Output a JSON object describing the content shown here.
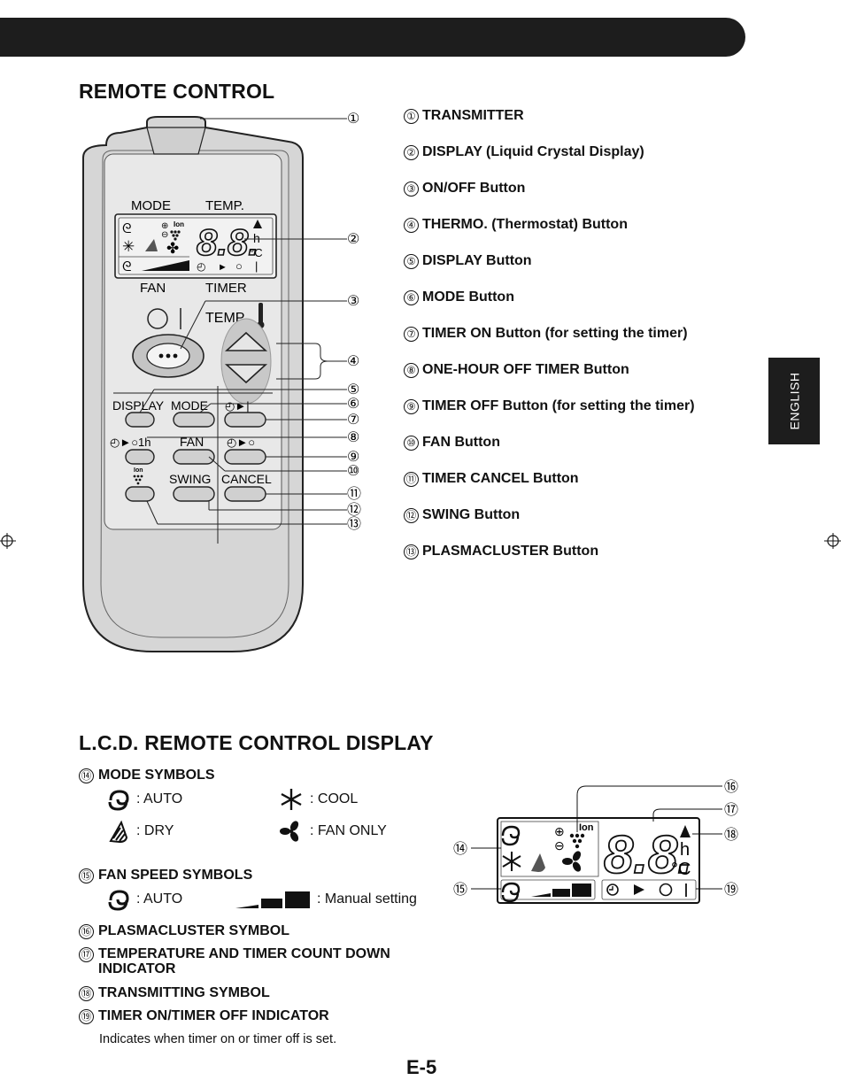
{
  "header": {
    "bar_color": "#1d1d1d"
  },
  "section1": {
    "title": "REMOTE CONTROL"
  },
  "remote": {
    "lcd_labels": {
      "mode": "MODE",
      "temp": "TEMP.",
      "fan": "FAN",
      "timer": "TIMER"
    },
    "lcd_segments": "8.8.",
    "lcd_units": {
      "hour": "h",
      "celsius": "°C",
      "ion": "Ion"
    },
    "power_label": "○ |",
    "temp_label": "TEMP.",
    "button_labels": {
      "display": "DISPLAY",
      "mode": "MODE",
      "timer_on": "◴►|",
      "one_hour": "◴►○1h",
      "fan": "FAN",
      "timer_off": "◴►○",
      "ion": "Ion",
      "swing": "SWING",
      "cancel": "CANCEL"
    }
  },
  "callouts": [
    "①",
    "②",
    "③",
    "④",
    "⑤",
    "⑥",
    "⑦",
    "⑧",
    "⑨",
    "⑩",
    "⑪",
    "⑫",
    "⑬",
    "⑭",
    "⑮",
    "⑯",
    "⑰",
    "⑱",
    "⑲"
  ],
  "legend": [
    {
      "num": "①",
      "text": "TRANSMITTER"
    },
    {
      "num": "②",
      "text": "DISPLAY (Liquid Crystal Display)"
    },
    {
      "num": "③",
      "text": "ON/OFF Button"
    },
    {
      "num": "④",
      "text": "THERMO. (Thermostat) Button"
    },
    {
      "num": "⑤",
      "text": "DISPLAY Button"
    },
    {
      "num": "⑥",
      "text": "MODE Button"
    },
    {
      "num": "⑦",
      "text": "TIMER ON Button (for setting the timer)"
    },
    {
      "num": "⑧",
      "text": "ONE-HOUR OFF TIMER Button"
    },
    {
      "num": "⑨",
      "text": "TIMER OFF Button (for setting the timer)"
    },
    {
      "num": "⑩",
      "text": "FAN Button"
    },
    {
      "num": "⑪",
      "text": "TIMER CANCEL Button"
    },
    {
      "num": "⑫",
      "text": "SWING Button"
    },
    {
      "num": "⑬",
      "text": "PLASMACLUSTER Button"
    }
  ],
  "section2": {
    "title": "L.C.D. REMOTE CONTROL DISPLAY",
    "mode_symbols": {
      "num": "⑭",
      "title": "MODE SYMBOLS",
      "auto": ": AUTO",
      "cool": ": COOL",
      "dry": ": DRY",
      "fan_only": ": FAN ONLY"
    },
    "fan_speed_symbols": {
      "num": "⑮",
      "title": "FAN SPEED SYMBOLS",
      "auto": ": AUTO",
      "manual": ": Manual setting"
    },
    "plasmacluster": {
      "num": "⑯",
      "title": "PLASMACLUSTER SYMBOL"
    },
    "temp_timer": {
      "num": "⑰",
      "title_line1": "TEMPERATURE AND TIMER COUNT DOWN",
      "title_line2": "INDICATOR"
    },
    "transmitting": {
      "num": "⑱",
      "title": "TRANSMITTING SYMBOL"
    },
    "timer_indicator": {
      "num": "⑲",
      "title": "TIMER ON/TIMER OFF INDICATOR",
      "note": "Indicates when timer on or timer off is set."
    }
  },
  "side_tab": {
    "label": "ENGLISH"
  },
  "footer": {
    "page_number": "E-5"
  }
}
